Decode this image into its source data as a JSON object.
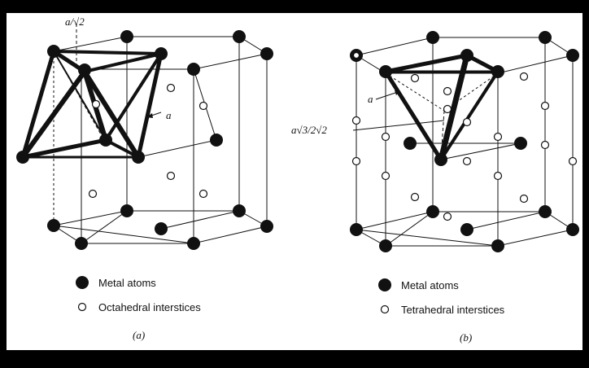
{
  "left": {
    "label_top": "a/√2",
    "label_a": "a",
    "legend_metal": "Metal atoms",
    "legend_interstice": "Octahedral interstices",
    "caption": "(a)"
  },
  "right": {
    "label_a": "a",
    "label_ratio": "a√3/2√2",
    "legend_metal": "Metal atoms",
    "legend_interstice": "Tetrahedral interstices",
    "caption": "(b)"
  },
  "colors": {
    "frame": "#000000",
    "paper": "#ffffff",
    "ink": "#111111"
  }
}
